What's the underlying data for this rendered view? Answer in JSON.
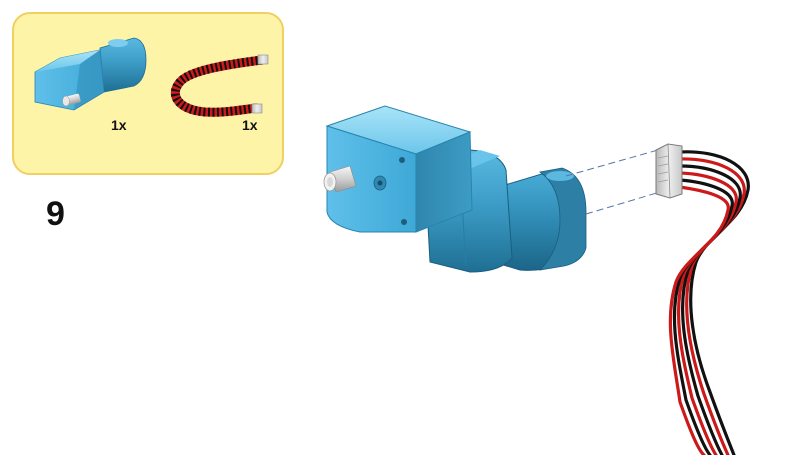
{
  "parts_list": {
    "items": [
      {
        "name": "gear-motor",
        "quantity": "1x"
      },
      {
        "name": "cable-harness",
        "quantity": "1x"
      }
    ]
  },
  "step": {
    "number": "9"
  },
  "colors": {
    "panel_fill": "#fdf4a8",
    "panel_border": "#f0cf63",
    "motor_blue": "#3a9ec8",
    "connector_white": "#e4e4e4",
    "wire_red": "#cc1a1a",
    "wire_black": "#111111"
  }
}
